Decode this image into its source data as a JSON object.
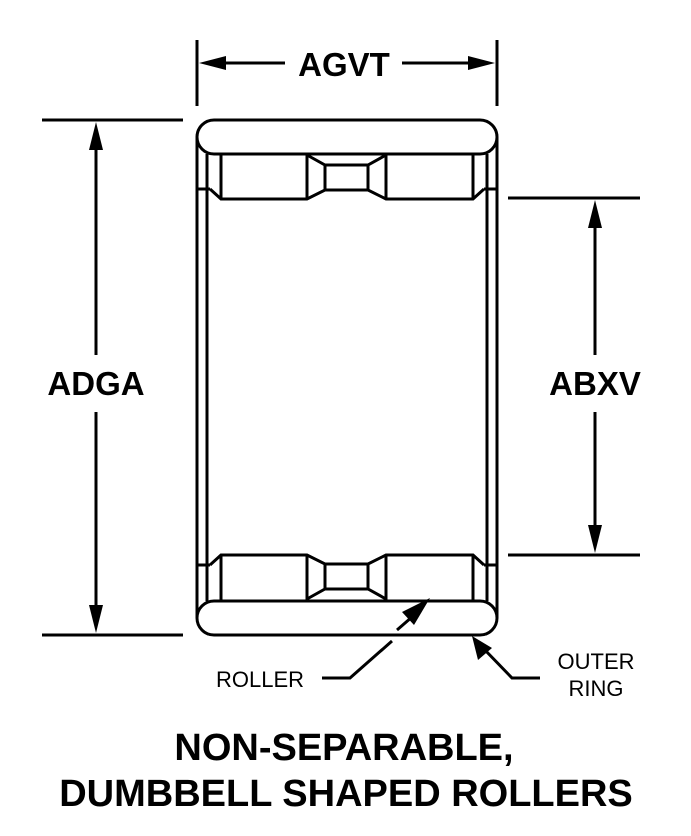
{
  "dimensions": {
    "width_label": "AGVT",
    "outer_diameter_label": "ADGA",
    "inner_diameter_label": "ABXV"
  },
  "callouts": {
    "roller": "ROLLER",
    "outer_ring_line1": "OUTER",
    "outer_ring_line2": "RING"
  },
  "title": {
    "line1": "NON-SEPARABLE,",
    "line2": "DUMBBELL SHAPED ROLLERS"
  }
}
